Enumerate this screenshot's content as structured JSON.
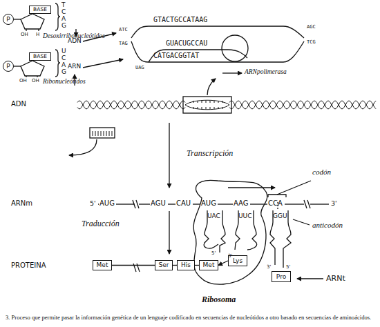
{
  "diagram": {
    "caption": "3. Proceso que permite pasar la información genética de un lenguaje codificado en secuencias de nucleótidos a otro basado en secuencias de aminoácidos.",
    "nodes": [
      {
        "text": [
          "P"
        ]
      },
      {
        "text": [
          "BASE"
        ]
      },
      {
        "text": [
          "P"
        ]
      },
      {
        "text": [
          "BASE"
        ]
      },
      {
        "text": [
          "Met"
        ]
      },
      {
        "text": [
          "Ser"
        ]
      },
      {
        "text": [
          "His"
        ]
      },
      {
        "text": [
          "Met"
        ]
      },
      {
        "text": [
          "Lys"
        ]
      },
      {
        "text": [
          "Pro"
        ]
      }
    ],
    "edges": [
      {
        "from": 4,
        "to": 5,
        "arrow": "none"
      },
      {
        "from": 5,
        "to": 6,
        "arrow": "none"
      },
      {
        "from": 6,
        "to": 7,
        "arrow": "none"
      },
      {
        "from": 8,
        "to": 7,
        "arrow": "to"
      }
    ],
    "labels": [
      "T",
      "C",
      "A",
      "G",
      "OH",
      "H",
      "Desoxirribonucleótidos",
      "U",
      "C",
      "A",
      "G",
      "OH",
      "OH",
      "Ribonucleótidos",
      "ADN",
      "ARN",
      "ATC",
      "TAG",
      "GTACTGCCATAAG",
      "GUACUGCCAU",
      "CATGACGGTAT",
      "UAG",
      "AGC",
      "TCG",
      "ARNpolimerasa",
      "ADN",
      "Transcripción",
      "ARNm",
      "5'",
      "AUG",
      "AGU",
      "CAU",
      "AUG",
      "AAG",
      "CCA",
      "3'",
      "codón",
      "Traducción",
      "UAC",
      "UUC",
      "GGU",
      "anticodón",
      "5'",
      "3'",
      "3'",
      "5'",
      "PROTEINA",
      "ARNt",
      "Ribosoma"
    ]
  }
}
